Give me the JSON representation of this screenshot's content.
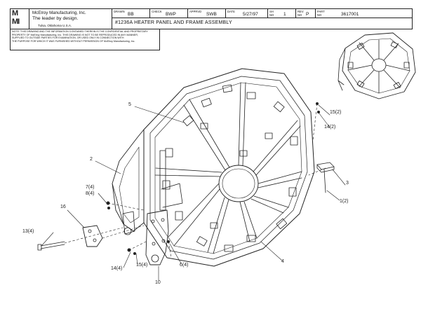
{
  "title_block": {
    "company_line1": "McElroy Manufacturing, Inc.",
    "company_line2": "The leader by design.",
    "company_line3": "Tulsa, Oklahoma U.S.A.",
    "drawn_label": "DRAWN",
    "drawn_value": "BB",
    "check_label": "CHECK",
    "check_value": "BWP",
    "approved_label": "APPRVD",
    "approved_value": "SWB",
    "date_label": "DATE",
    "date_value": "5/27/97",
    "sheet_label": "SH NO",
    "sheet_value": "1",
    "rev_label": "REV NO",
    "rev_value": "P",
    "part_label": "PART NO",
    "part_value": "3617001",
    "drawing_title": "#1236A HEATER PANEL AND FRAME ASSEMBLY"
  },
  "notes": {
    "line1": "NOTE: THIS DRAWING AND THE INFORMATION CONTAINED THEREIN IS THE CONFIDENTIAL AND PROPRIETARY",
    "line2": "PROPERTY OF McElroy Manufacturing, Inc. THIS DRAWING IS NOT TO BE REPRODUCED IN ANY MANNER,",
    "line3": "SUPPLIED TO OUTSIDE PARTIES FOR EXAMINATION, OR USED ONLY IN CONNECTION WITH",
    "line4": "THE PURPOSE FOR WHICH IT WAS FURNISHED WITHOUT PERMISSION OF McElroy Manufacturing, Inc."
  },
  "callouts": {
    "c5": "5",
    "c2": "2",
    "c7": "7(4)",
    "c8": "8(4)",
    "c16": "16",
    "c13": "13(4)",
    "c14a": "14(4)",
    "c15a": "15(4)",
    "c10": "10",
    "c6": "6(4)",
    "c4": "4",
    "c15b": "15(2)",
    "c14b": "14(2)",
    "c3": "3",
    "c1": "1(2)"
  }
}
